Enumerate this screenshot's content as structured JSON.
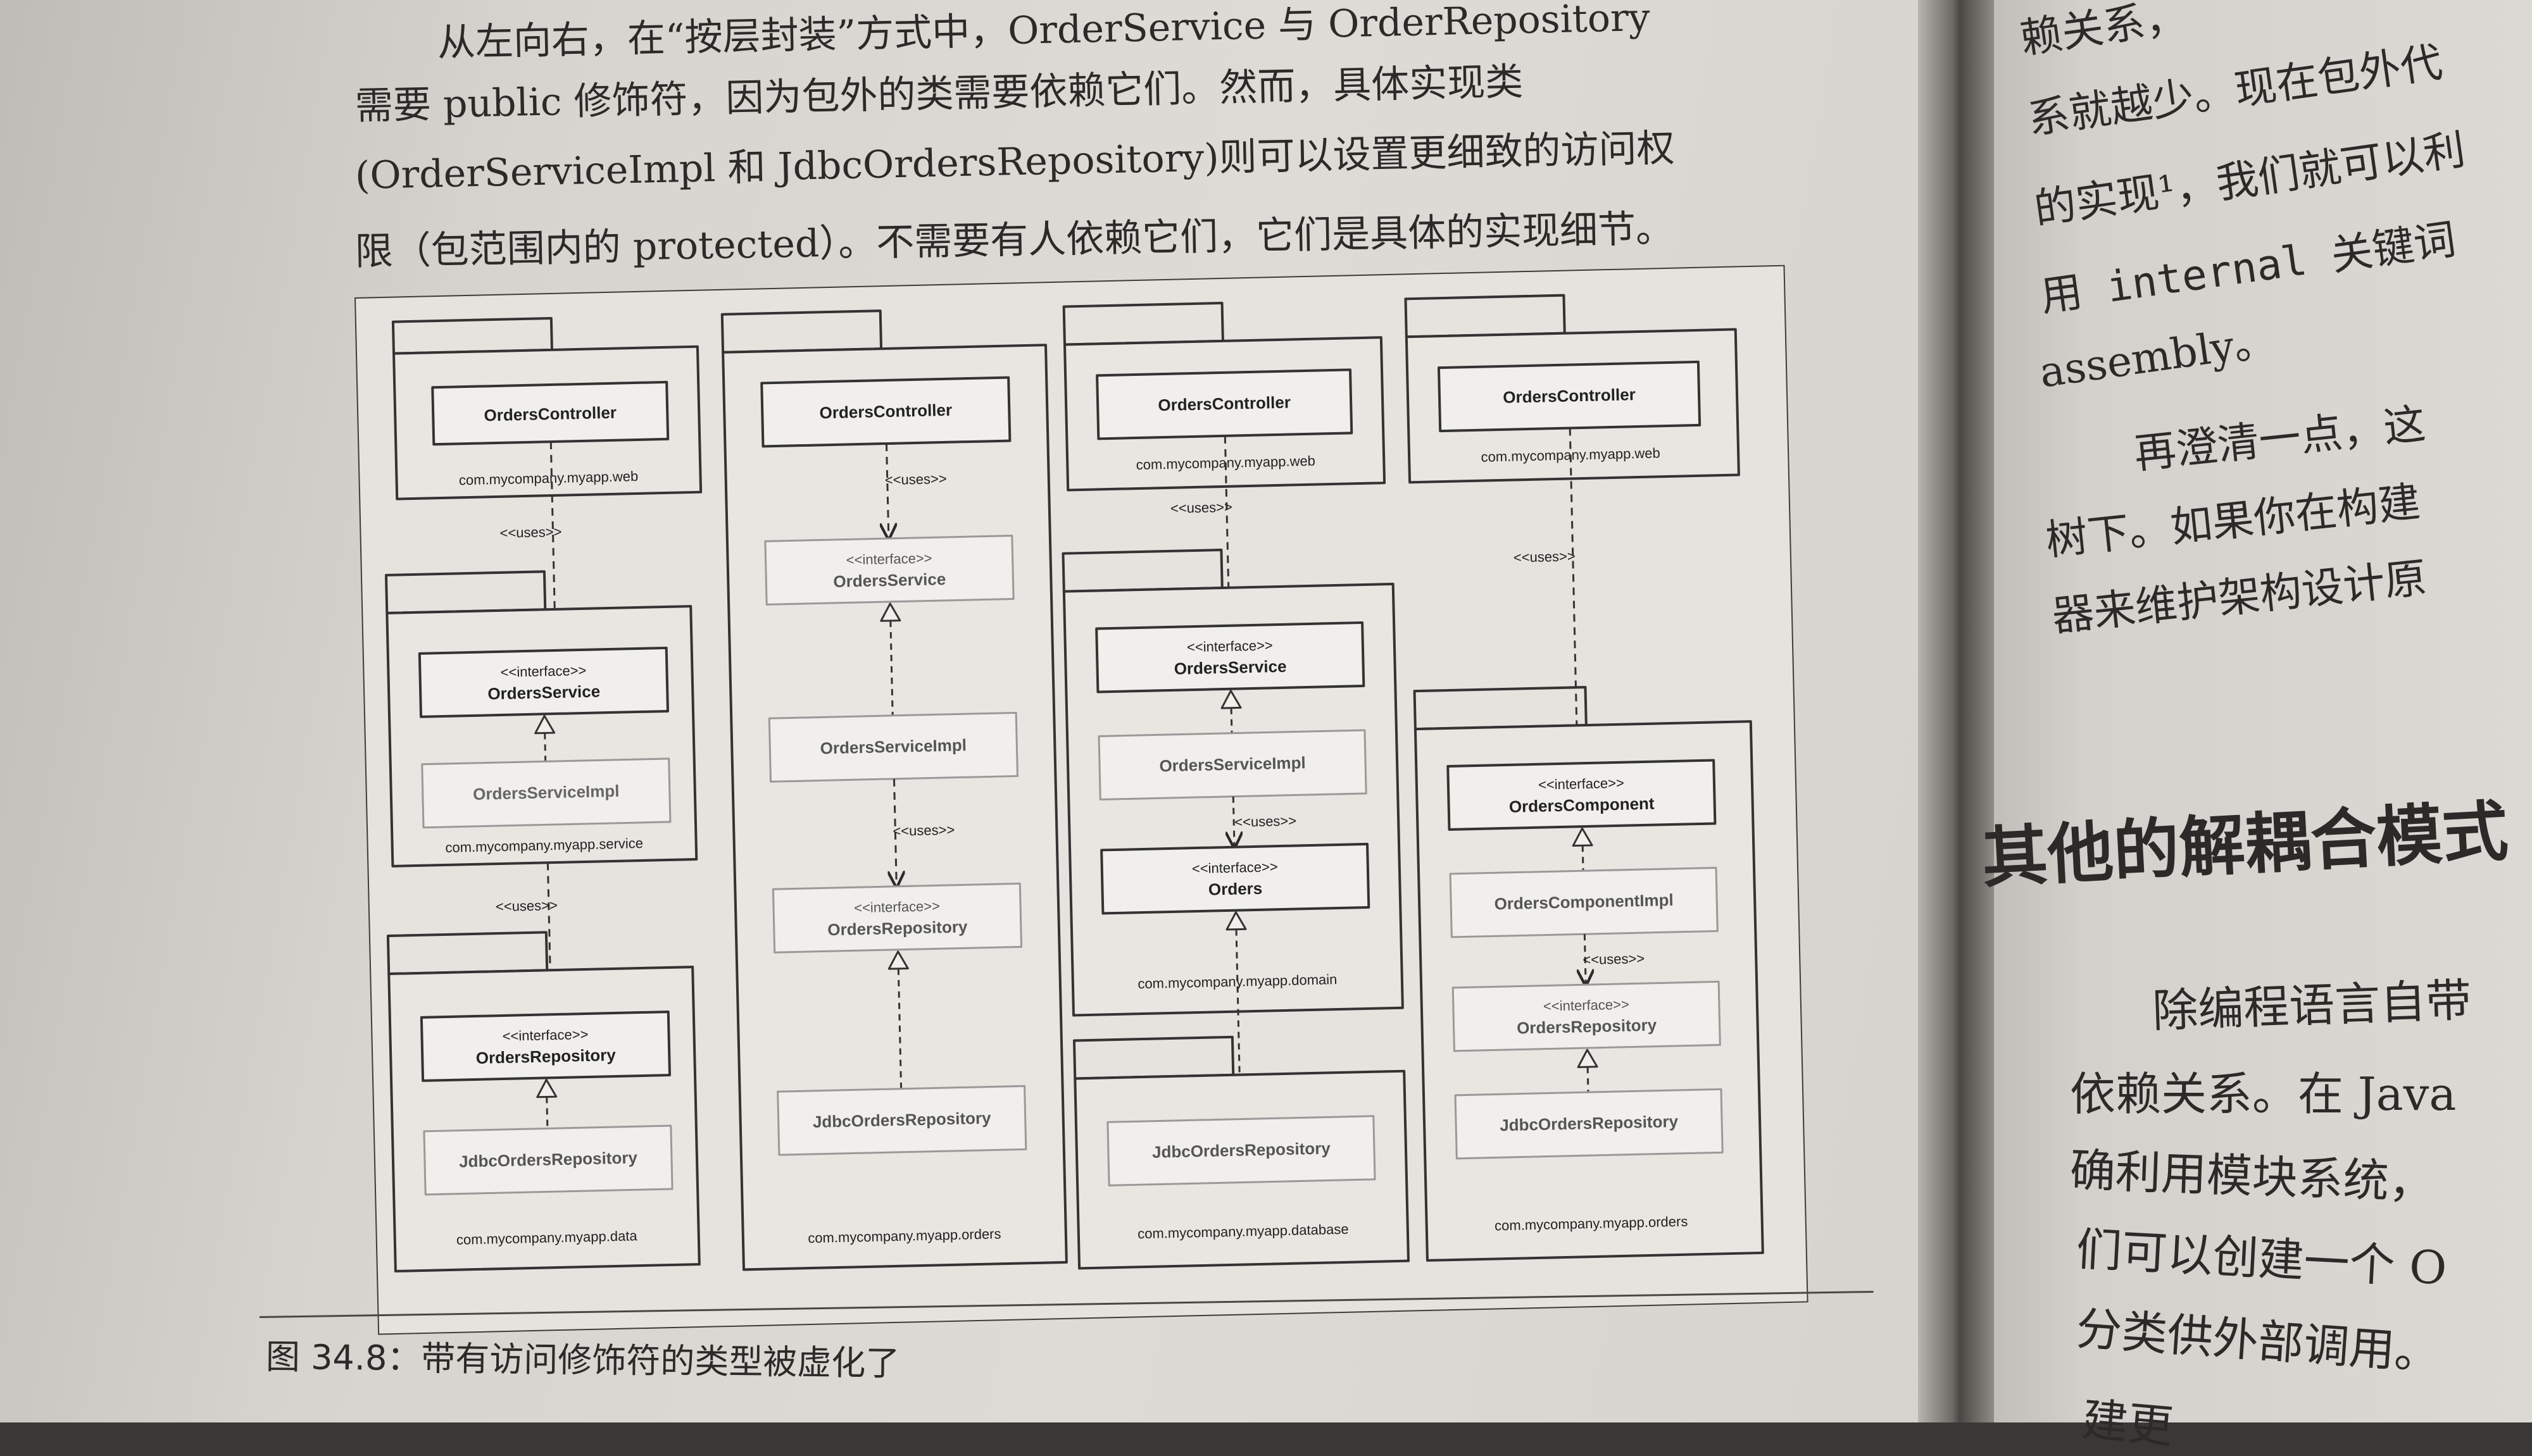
{
  "left_page": {
    "paragraph": [
      "从左向右，在“按层封装”方式中，OrderService 与 OrderRepository",
      "需要 public 修饰符，因为包外的类需要依赖它们。然而，具体实现类",
      "(OrderServiceImpl 和 JdbcOrdersRepository)则可以设置更细致的访问权",
      "限（包范围内的 protected）。不需要有人依赖它们，它们是具体的实现细节。"
    ],
    "caption": "图 34.8：带有访问修饰符的类型被虚化了"
  },
  "figure": {
    "uses": "<<uses>>",
    "interface_tag": "<<interface>>",
    "col1": {
      "controller": "OrdersController",
      "pkg_web": "com.mycompany.myapp.web",
      "service": "OrdersService",
      "service_impl": "OrdersServiceImpl",
      "pkg_service": "com.mycompany.myapp.service",
      "repository": "OrdersRepository",
      "jdbc": "JdbcOrdersRepository",
      "pkg_data": "com.mycompany.myapp.data"
    },
    "col2": {
      "controller": "OrdersController",
      "service": "OrdersService",
      "service_impl": "OrdersServiceImpl",
      "repository": "OrdersRepository",
      "jdbc": "JdbcOrdersRepository",
      "pkg_orders": "com.mycompany.myapp.orders"
    },
    "col3": {
      "controller": "OrdersController",
      "pkg_web": "com.mycompany.myapp.web",
      "service": "OrdersService",
      "service_impl": "OrdersServiceImpl",
      "orders": "Orders",
      "pkg_domain": "com.mycompany.myapp.domain",
      "jdbc": "JdbcOrdersRepository",
      "pkg_database": "com.mycompany.myapp.database"
    },
    "col4": {
      "controller": "OrdersController",
      "pkg_web": "com.mycompany.myapp.web",
      "component": "OrdersComponent",
      "component_impl": "OrdersComponentImpl",
      "repository": "OrdersRepository",
      "jdbc": "JdbcOrdersRepository",
      "pkg_orders": "com.mycompany.myapp.orders"
    }
  },
  "right_page": {
    "lines": [
      "赖关系，",
      "系就越少。现在包外代",
      "的实现¹，我们就可以利",
      "用 internal 关键词",
      "assembly。",
      "再澄清一点，这",
      "树下。如果你在构建",
      "器来维护架构设计原",
      "其他的解耦合模式",
      "除编程语言自带",
      "依赖关系。在 Java",
      "确利用模块系统，",
      "们可以创建一个 O",
      "分类供外部调用。",
      "建更"
    ]
  }
}
